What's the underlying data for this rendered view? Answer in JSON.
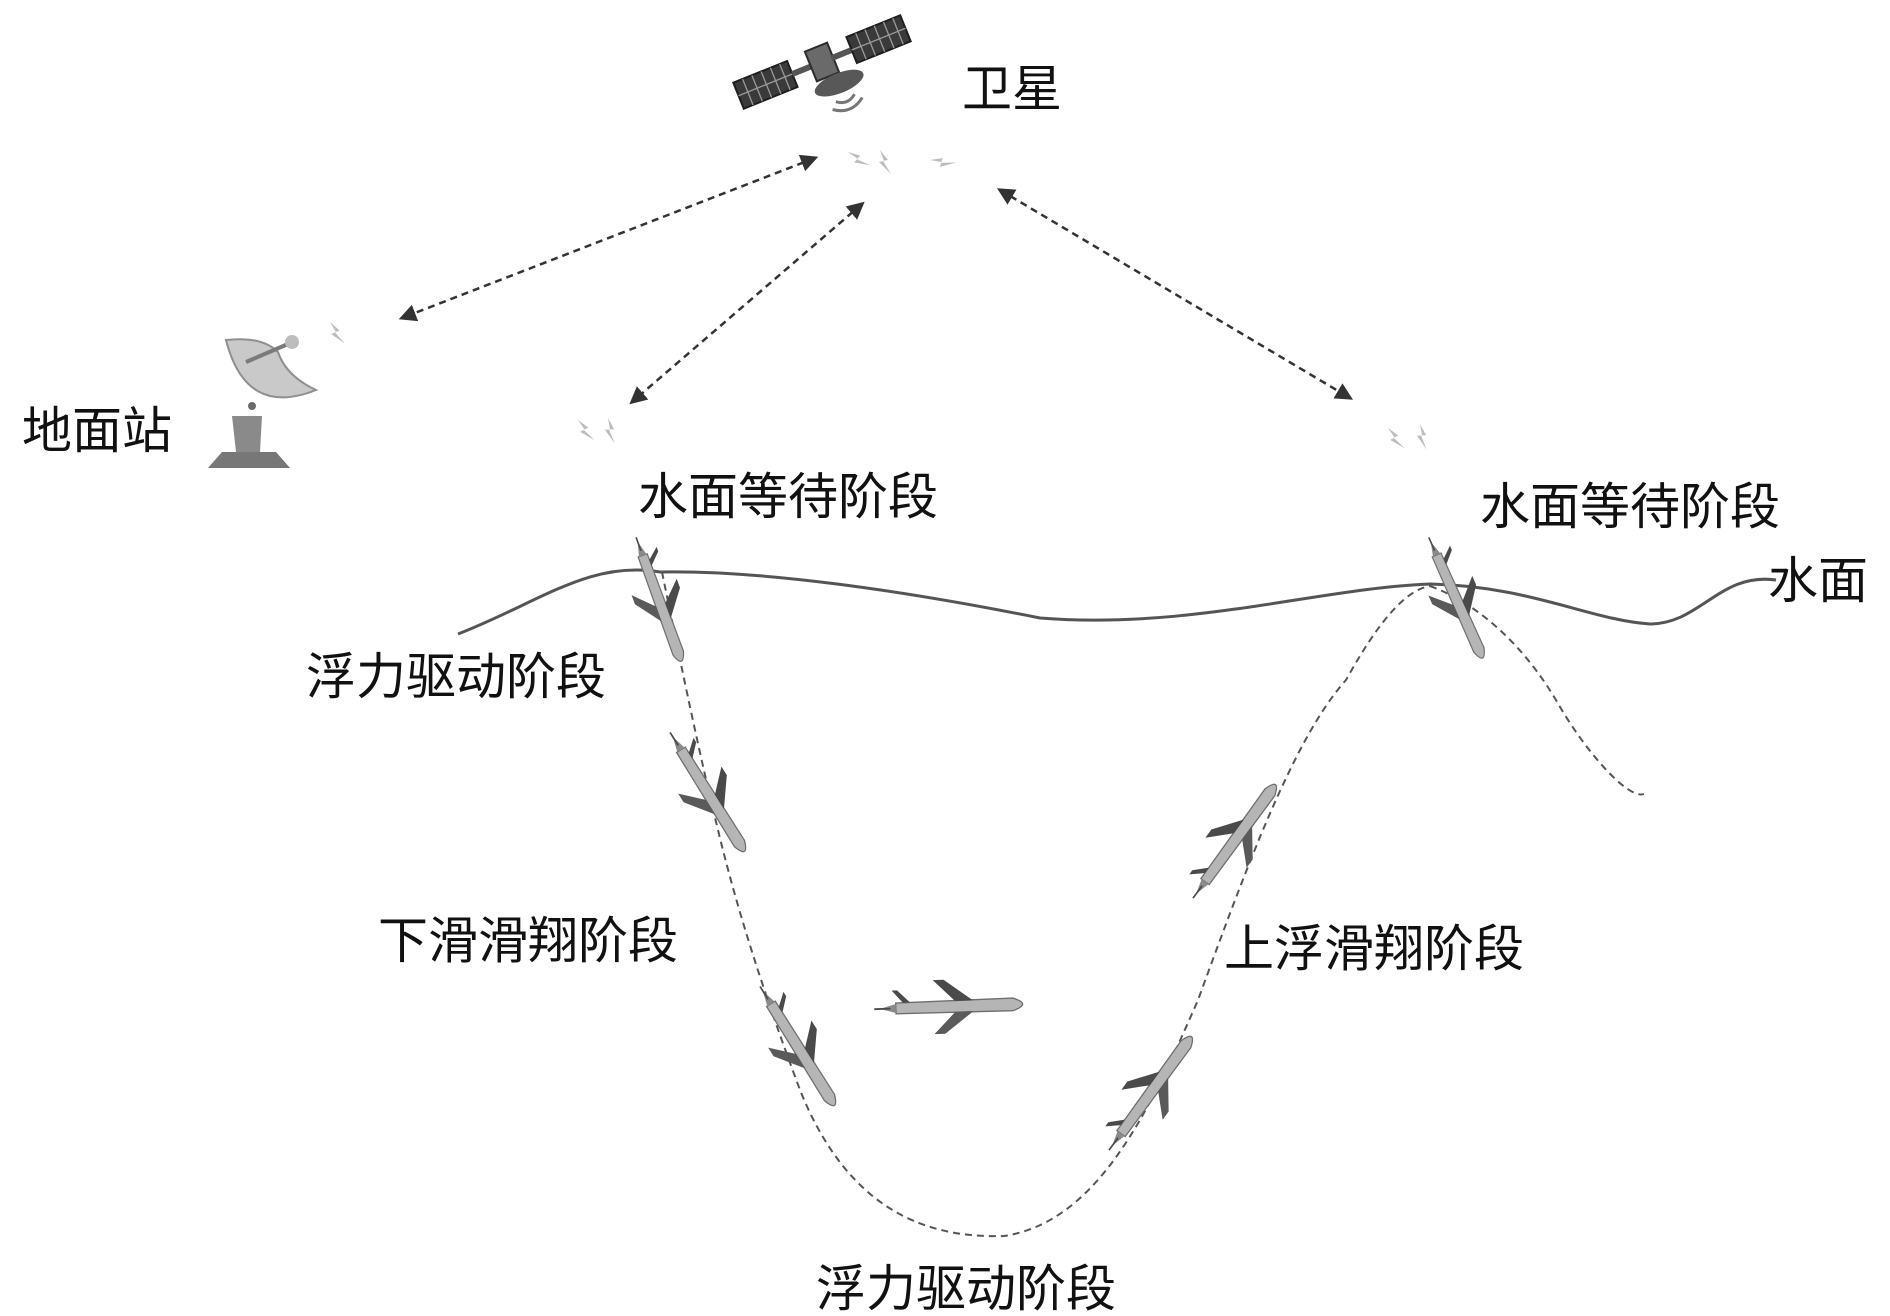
{
  "labels": {
    "satellite": "卫星",
    "ground_station": "地面站",
    "surface_wait_left": "水面等待阶段",
    "surface_wait_right": "水面等待阶段",
    "water_surface": "水面",
    "buoyancy_drive_top": "浮力驱动阶段",
    "glide_down": "下滑滑翔阶段",
    "glide_up": "上浮滑翔阶段",
    "buoyancy_drive_bottom": "浮力驱动阶段"
  },
  "icons": {
    "satellite": "satellite-icon",
    "ground_station": "satellite-dish-icon",
    "glider": "underwater-glider-icon",
    "signal": "lightning-signal-icon"
  },
  "colors": {
    "text": "#111111",
    "water_line": "#555555",
    "path": "#555555",
    "link": "#333333",
    "signal": "#bdbdbd",
    "glider_body": "#b5b5b5",
    "glider_dark": "#4a4a4a"
  }
}
